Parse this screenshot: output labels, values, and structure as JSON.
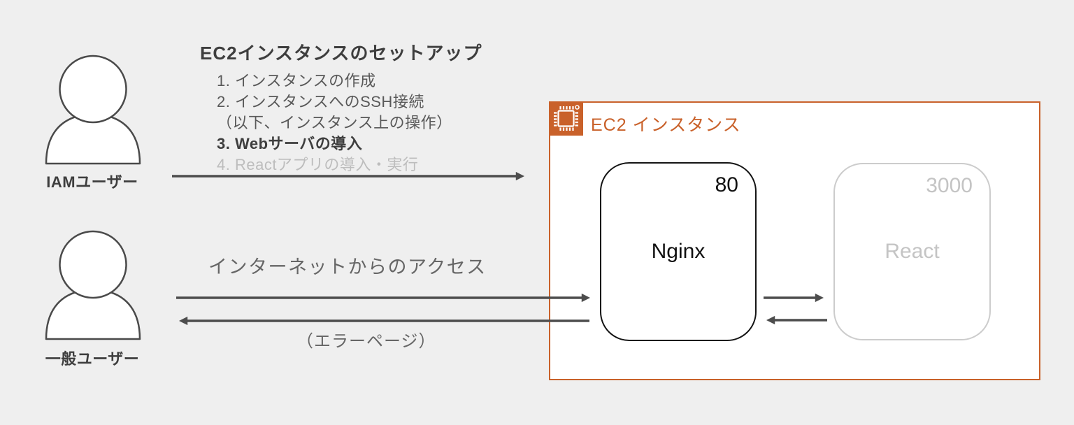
{
  "colors": {
    "background": "#EFEFEF",
    "accent_orange": "#C9612A",
    "arrow_gray": "#4D4D4D",
    "dark_text": "#3E3E3E",
    "body_text": "#595959",
    "muted_gray": "#BDBDBD"
  },
  "actors": [
    {
      "label": "IAMユーザー"
    },
    {
      "label": "一般ユーザー"
    }
  ],
  "setup": {
    "title": "EC2インスタンスのセットアップ",
    "steps": [
      {
        "text": "1. インスタンスの作成"
      },
      {
        "text": "2. インスタンスへのSSH接続"
      },
      {
        "text": "（以下、インスタンス上の操作）"
      },
      {
        "text": "3. Webサーバの導入"
      },
      {
        "text": "4. Reactアプリの導入・実行"
      }
    ]
  },
  "flows": {
    "internet_access_label": "インターネットからのアクセス",
    "error_page_label": "（エラーページ）"
  },
  "ec2": {
    "label": "EC2 インスタンス",
    "services": [
      {
        "name": "Nginx",
        "port": "80",
        "state": "active"
      },
      {
        "name": "React",
        "port": "3000",
        "state": "inactive"
      }
    ]
  }
}
